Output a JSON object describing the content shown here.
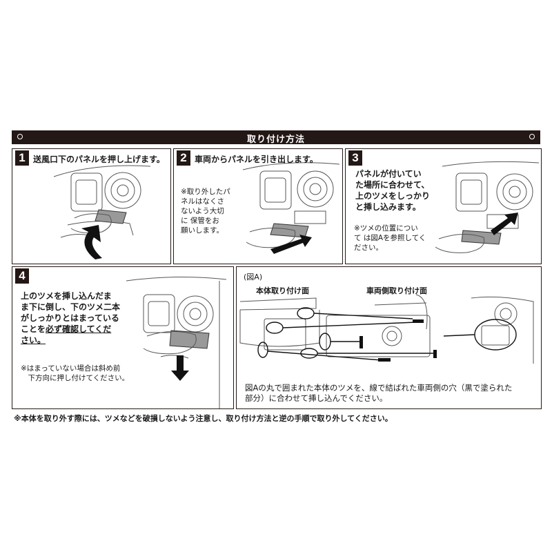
{
  "header": {
    "title": "取り付け方法"
  },
  "steps": [
    {
      "number": "1",
      "text": "送風口下のパネルを押し上げます。"
    },
    {
      "number": "2",
      "text": "車両からパネルを引き出します。",
      "note": [
        "※取り外したパ",
        "ネルはなくさ",
        "ないよう大切",
        "に 保管をお",
        "願いします。"
      ]
    },
    {
      "number": "3",
      "text": [
        "パネルが付いてい",
        "た場所に合わせて、",
        "上のツメをしっかり",
        "と挿し込みます。"
      ],
      "note": [
        "※ツメの位置につい",
        "て は図Aを参照してく",
        "ださい。"
      ]
    },
    {
      "number": "4",
      "text": [
        "上のツメを挿し込んだま",
        "ま下に倒し、下のツメ二本",
        "がしっかりとはまっている"
      ],
      "text_emph_pre": "ことを",
      "text_emph": "必ず確認してくだ",
      "text_emph2": "さい。",
      "note": [
        "※はまっていない場合は斜め前",
        "　下方向に押し付けてください。"
      ]
    }
  ],
  "figure_a": {
    "label": "(図A)",
    "left_caption": "本体取り付け面",
    "right_caption": "車両側取り付け面",
    "description": [
      "図Aの丸で囲まれた本体のツメを、線で結ばれた車両側の穴（黒で塗られた",
      "部分）に合わせて挿し込んでください。"
    ]
  },
  "footer": "※本体を取り外す際には、ツメなどを破損しないよう注意し、取り付け方法と逆の手順で取り外してください。"
}
